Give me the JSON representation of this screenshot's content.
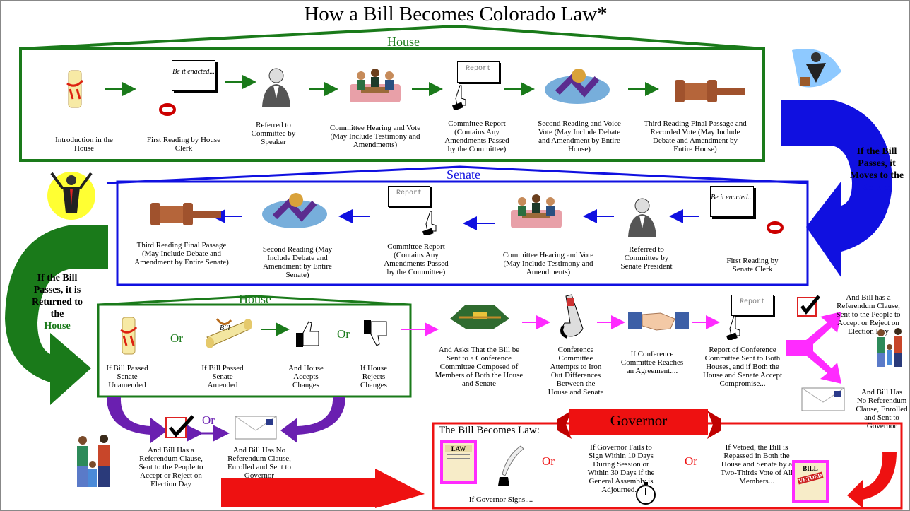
{
  "title": "How a Bill Becomes Colorado Law*",
  "house": {
    "label": "House",
    "steps": [
      "Introduction in the House",
      "First Reading by House Clerk",
      "Referred to Committee by Speaker",
      "Committee Hearing and Vote (May Include Testimony and Amendments)",
      "Committee Report (Contains Any Amendments Passed by the Committee)",
      "Second Reading and Voice Vote (May Include Debate and Amendment by Entire House)",
      "Third Reading Final Passage and Recorded Vote (May Include Debate and Amendment by Entire House)"
    ],
    "bubble_text": "Be it enacted...",
    "report_text": "Report"
  },
  "senate": {
    "label": "Senate",
    "steps": [
      "First Reading by Senate Clerk",
      "Referred to Committee by Senate President",
      "Committee Hearing and Vote (May Include Testimony and Amendments)",
      "Committee Report (Contains Any Amendments Passed by the Committee)",
      "Second Reading (May Include Debate and Amendment by Entire Senate)",
      "Third Reading Final Passage (May Include Debate and Amendment by Entire Senate)"
    ],
    "bubble_text": "Be it enacted...",
    "report_text": "Report"
  },
  "transitions": {
    "to_senate_prefix": "If the Bill Passes, it Moves to the",
    "to_senate_highlight": "Senate",
    "to_house_prefix": "If the Bill Passes, it is Returned to the",
    "to_house_highlight": "House"
  },
  "house_return": {
    "label": "House",
    "steps": [
      "If Bill Passed Senate Unamended",
      "If Bill Passed Senate Amended",
      "And House Accepts Changes",
      "If House Rejects Changes"
    ],
    "or": "Or",
    "bill_scroll_text": "Bill"
  },
  "conference": {
    "steps": [
      "And Asks That the Bill be Sent to a Conference Committee Composed of Members of Both the House and Senate",
      "Conference Committee Attempts to Iron Out Differences Between the House and Senate",
      "If Conference Committee Reaches an Agreement....",
      "Report of Conference Committee Sent to Both Houses, and if Both the House and Senate Accept Compromise..."
    ],
    "report_text": "Report"
  },
  "right_outcomes": {
    "referendum": "And Bill has a Referendum Clause, Sent to the People to Accept or Reject on Election Day",
    "no_referendum": "And Bill Has No Referendum Clause, Enrolled and Sent to Governor"
  },
  "left_outcomes": {
    "referendum": "And Bill Has a Referendum Clause, Sent to the People to Accept or Reject on Election Day",
    "no_referendum": "And Bill Has No Referendum Clause, Enrolled and Sent to Governor",
    "or": "Or"
  },
  "governor": {
    "banner": "Governor",
    "box_title": "The Bill Becomes Law:",
    "options": [
      "If Governor Signs....",
      "If Governor Fails to Sign Within 10 Days During Session or Within 30 Days if the General Assembly is Adjourned...",
      "If Vetoed, the Bill is Repassed in Both the House and Senate by a Two-Thirds Vote of All Members..."
    ],
    "or": "Or",
    "law_doc": "LAW",
    "bill_doc": "BILL",
    "vetoed_stamp": "VETOED"
  },
  "colors": {
    "house_green": "#1a7a1a",
    "senate_blue": "#1010e0",
    "conference_magenta": "#ff2bff",
    "governor_red": "#ee1111",
    "referendum_purple": "#6a1fb0"
  }
}
